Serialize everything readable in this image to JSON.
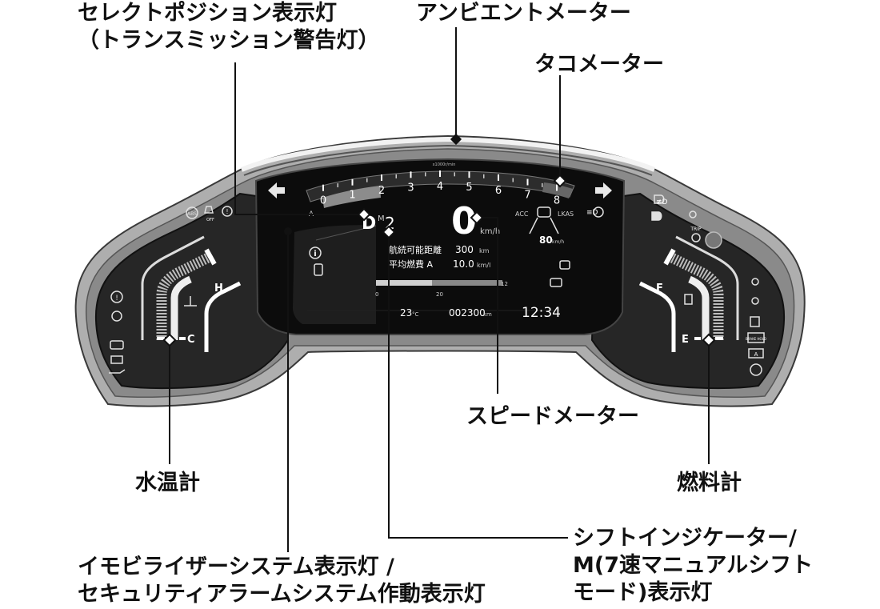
{
  "callouts": {
    "select_position": [
      "セレクトポジション表示灯",
      "（トランスミッション警告灯）"
    ],
    "ambient_meter": "アンビエントメーター",
    "tachometer": "タコメーター",
    "speedometer": "スピードメーター",
    "water_temp": "水温計",
    "fuel_gauge": "燃料計",
    "immobilizer": [
      "イモビライザーシステム表示灯 /",
      "セキュリティアラームシステム作動表示灯"
    ],
    "shift_indicator": [
      "シフトインジケーター/",
      "M(7速マニュアルシフト",
      "モード)表示灯"
    ]
  },
  "cluster": {
    "tacho_unit": "x1000r/min",
    "tacho_ticks": [
      "0",
      "1",
      "2",
      "3",
      "4",
      "5",
      "6",
      "7",
      "8"
    ],
    "speed_value": "0",
    "speed_unit": "km/h",
    "gear": "D",
    "shift_mode": "M",
    "gear_number": "2",
    "auto_a": "A",
    "range_label": "航続可能距離",
    "range_value": "300",
    "range_unit": "km",
    "avg_fuel_label": "平均燃費 A",
    "avg_fuel_value": "10.0",
    "avg_fuel_unit": "km/l",
    "acc_label": "ACC",
    "lkas_label": "LKAS",
    "acc_set_speed": "80",
    "acc_speed_unit": "km/h",
    "econ_scale": [
      "0",
      "20",
      "12"
    ],
    "outside_temp": "23",
    "temp_unit": "°C",
    "odometer": "002300",
    "odometer_unit": "km",
    "clock": "12:34",
    "water_hot": "H",
    "water_cold": "C",
    "fuel_full": "F",
    "fuel_empty": "E",
    "trip_label": "TRIP",
    "off_label": "OFF",
    "brake_hold_label": "BRAKE HOLD",
    "cruise_a": "A",
    "info_glyph": "i",
    "fog_glyph": "≢D",
    "beam_glyph": "≡D"
  },
  "icons": [
    "left-turn-arrow-icon",
    "right-turn-arrow-icon",
    "abs-icon",
    "vsa-off-icon",
    "tpms-icon",
    "brake-warning-icon",
    "eps-icon",
    "check-engine-icon",
    "battery-icon",
    "oil-pressure-icon",
    "coolant-icon",
    "fuel-pump-icon",
    "airbag-icon",
    "seatbelt-icon",
    "fuel-cap-icon",
    "brake-hold-icon",
    "auto-stop-icon",
    "parking-brake-icon",
    "info-icon",
    "immobilizer-icon",
    "fog-light-icon",
    "headlight-icon",
    "auto-high-beam-icon",
    "side-lights-icon",
    "rear-defrost-icon",
    "trip-knob-icon",
    "lane-icon",
    "car-ahead-icon"
  ]
}
